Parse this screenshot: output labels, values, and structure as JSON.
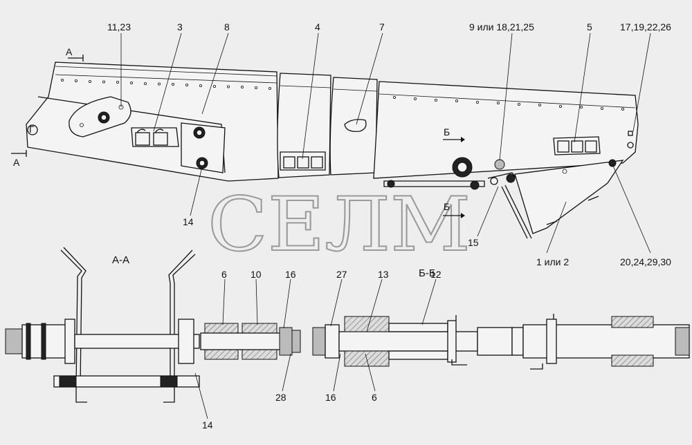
{
  "watermark": "СЕЛМ",
  "sections": {
    "aa": "А-А",
    "bb": "Б-Б",
    "marker_a": "А",
    "marker_b": "Б",
    "marker_g": "Г"
  },
  "callouts": [
    {
      "id": "c1",
      "text": "11,23"
    },
    {
      "id": "c2",
      "text": "3"
    },
    {
      "id": "c3",
      "text": "8"
    },
    {
      "id": "c4",
      "text": "4"
    },
    {
      "id": "c5",
      "text": "7"
    },
    {
      "id": "c6",
      "text": "9 или 18,21,25"
    },
    {
      "id": "c7",
      "text": "5"
    },
    {
      "id": "c8",
      "text": "17,19,22,26"
    },
    {
      "id": "c9",
      "text": "14"
    },
    {
      "id": "c10",
      "text": "15"
    },
    {
      "id": "c11",
      "text": "1 или 2"
    },
    {
      "id": "c12",
      "text": "20,24,29,30"
    },
    {
      "id": "c13",
      "text": "6"
    },
    {
      "id": "c14",
      "text": "10"
    },
    {
      "id": "c15",
      "text": "16"
    },
    {
      "id": "c16",
      "text": "28"
    },
    {
      "id": "c17",
      "text": "14"
    },
    {
      "id": "c18",
      "text": "27"
    },
    {
      "id": "c19",
      "text": "13"
    },
    {
      "id": "c20",
      "text": "12"
    },
    {
      "id": "c21",
      "text": "16"
    },
    {
      "id": "c22",
      "text": "6"
    }
  ]
}
